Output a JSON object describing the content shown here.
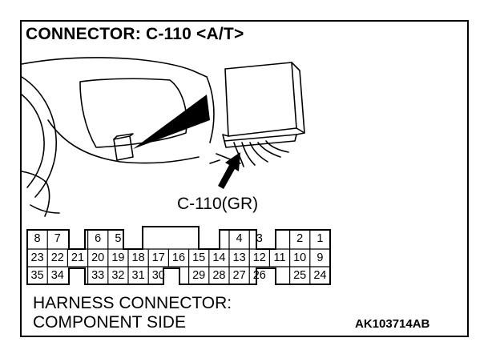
{
  "title": "CONNECTOR: C-110 <A/T>",
  "callout": "C-110(GR)",
  "caption_line1": "HARNESS CONNECTOR:",
  "caption_line2": "COMPONENT SIDE",
  "figure_id": "AK103714AB",
  "connector_pins": [
    {
      "label": "8",
      "row": 0,
      "col": 0
    },
    {
      "label": "7",
      "row": 0,
      "col": 1
    },
    {
      "label": "6",
      "row": 0,
      "col": 3
    },
    {
      "label": "5",
      "row": 0,
      "col": 4
    },
    {
      "label": "4",
      "row": 0,
      "col": 10
    },
    {
      "label": "3",
      "row": 0,
      "col": 11
    },
    {
      "label": "2",
      "row": 0,
      "col": 13
    },
    {
      "label": "1",
      "row": 0,
      "col": 14
    },
    {
      "label": "23",
      "row": 1,
      "col": 0
    },
    {
      "label": "22",
      "row": 1,
      "col": 1
    },
    {
      "label": "21",
      "row": 1,
      "col": 2
    },
    {
      "label": "20",
      "row": 1,
      "col": 3
    },
    {
      "label": "19",
      "row": 1,
      "col": 4
    },
    {
      "label": "18",
      "row": 1,
      "col": 5
    },
    {
      "label": "17",
      "row": 1,
      "col": 6
    },
    {
      "label": "16",
      "row": 1,
      "col": 7
    },
    {
      "label": "15",
      "row": 1,
      "col": 8
    },
    {
      "label": "14",
      "row": 1,
      "col": 9
    },
    {
      "label": "13",
      "row": 1,
      "col": 10
    },
    {
      "label": "12",
      "row": 1,
      "col": 11
    },
    {
      "label": "11",
      "row": 1,
      "col": 12
    },
    {
      "label": "10",
      "row": 1,
      "col": 13
    },
    {
      "label": "9",
      "row": 1,
      "col": 14
    },
    {
      "label": "35",
      "row": 2,
      "col": 0
    },
    {
      "label": "34",
      "row": 2,
      "col": 1
    },
    {
      "label": "33",
      "row": 2,
      "col": 3
    },
    {
      "label": "32",
      "row": 2,
      "col": 4
    },
    {
      "label": "31",
      "row": 2,
      "col": 5
    },
    {
      "label": "30",
      "row": 2,
      "col": 6
    },
    {
      "label": "29",
      "row": 2,
      "col": 8
    },
    {
      "label": "28",
      "row": 2,
      "col": 9
    },
    {
      "label": "27",
      "row": 2,
      "col": 10
    },
    {
      "label": "26",
      "row": 2,
      "col": 11
    },
    {
      "label": "25",
      "row": 2,
      "col": 13
    },
    {
      "label": "24",
      "row": 2,
      "col": 14
    }
  ]
}
